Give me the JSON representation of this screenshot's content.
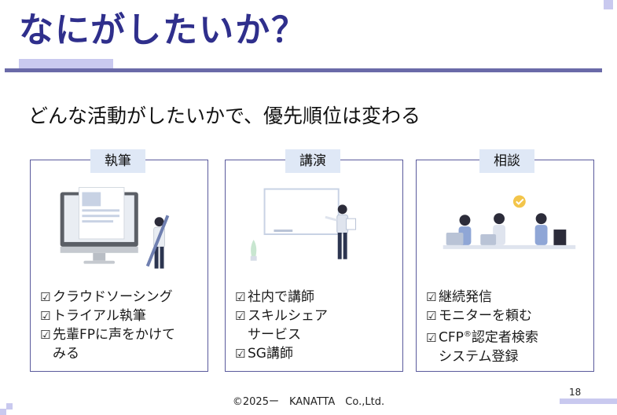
{
  "slide": {
    "title": "なにがしたいか？",
    "subtitle": "どんな活動がしたいかで、優先順位は変わる"
  },
  "cards": [
    {
      "label": "執筆",
      "items": [
        "クラウドソーシング",
        "トライアル執筆",
        "先輩FPに声をかけて",
        "みる"
      ]
    },
    {
      "label": "講演",
      "items": [
        "社内で講師",
        "スキルシェア",
        "サービス",
        "SG講師"
      ]
    },
    {
      "label": "相談",
      "items": [
        "継続発信",
        "モニターを頼む",
        "CFP",
        "®",
        "認定者検索",
        "システム登録"
      ]
    }
  ],
  "footer": {
    "copyright": "©2025ー　KANATTA　Co.,Ltd.",
    "page_number": "18"
  },
  "icons": [
    "computer-writing-illustration",
    "presentation-illustration",
    "consultation-illustration",
    "checkbox-icon"
  ],
  "colors": {
    "title": "#2f2f8c",
    "accent_bar": "#6a6aa8",
    "light_bar": "#c9c9ef",
    "label_bg": "#dfe8f6",
    "card_border": "#5a5a9c"
  }
}
